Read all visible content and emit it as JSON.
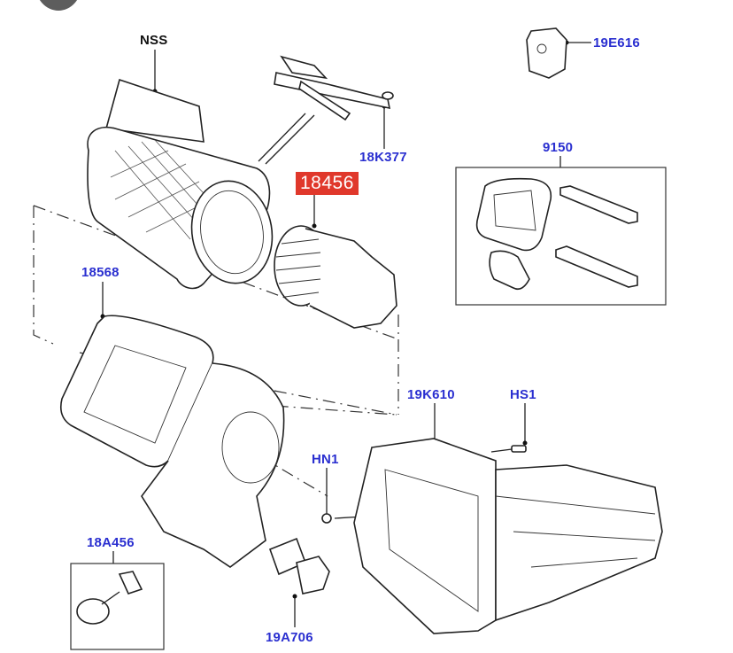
{
  "diagram": {
    "title": "Blower motor / heater assembly parts diagram",
    "highlight_color": "#e0382b",
    "label_color": "#2a2fd0",
    "callouts": [
      {
        "id": "nss",
        "text": "NSS",
        "style": "black"
      },
      {
        "id": "19e616",
        "text": "19E616",
        "style": "blue"
      },
      {
        "id": "18k377",
        "text": "18K377",
        "style": "blue"
      },
      {
        "id": "18456",
        "text": "18456",
        "style": "highlighted"
      },
      {
        "id": "9150",
        "text": "9150",
        "style": "blue"
      },
      {
        "id": "18568",
        "text": "18568",
        "style": "blue"
      },
      {
        "id": "19k610",
        "text": "19K610",
        "style": "blue"
      },
      {
        "id": "hs1",
        "text": "HS1",
        "style": "blue"
      },
      {
        "id": "hn1",
        "text": "HN1",
        "style": "blue"
      },
      {
        "id": "18a456",
        "text": "18A456",
        "style": "blue"
      },
      {
        "id": "19a706",
        "text": "19A706",
        "style": "blue"
      }
    ]
  }
}
